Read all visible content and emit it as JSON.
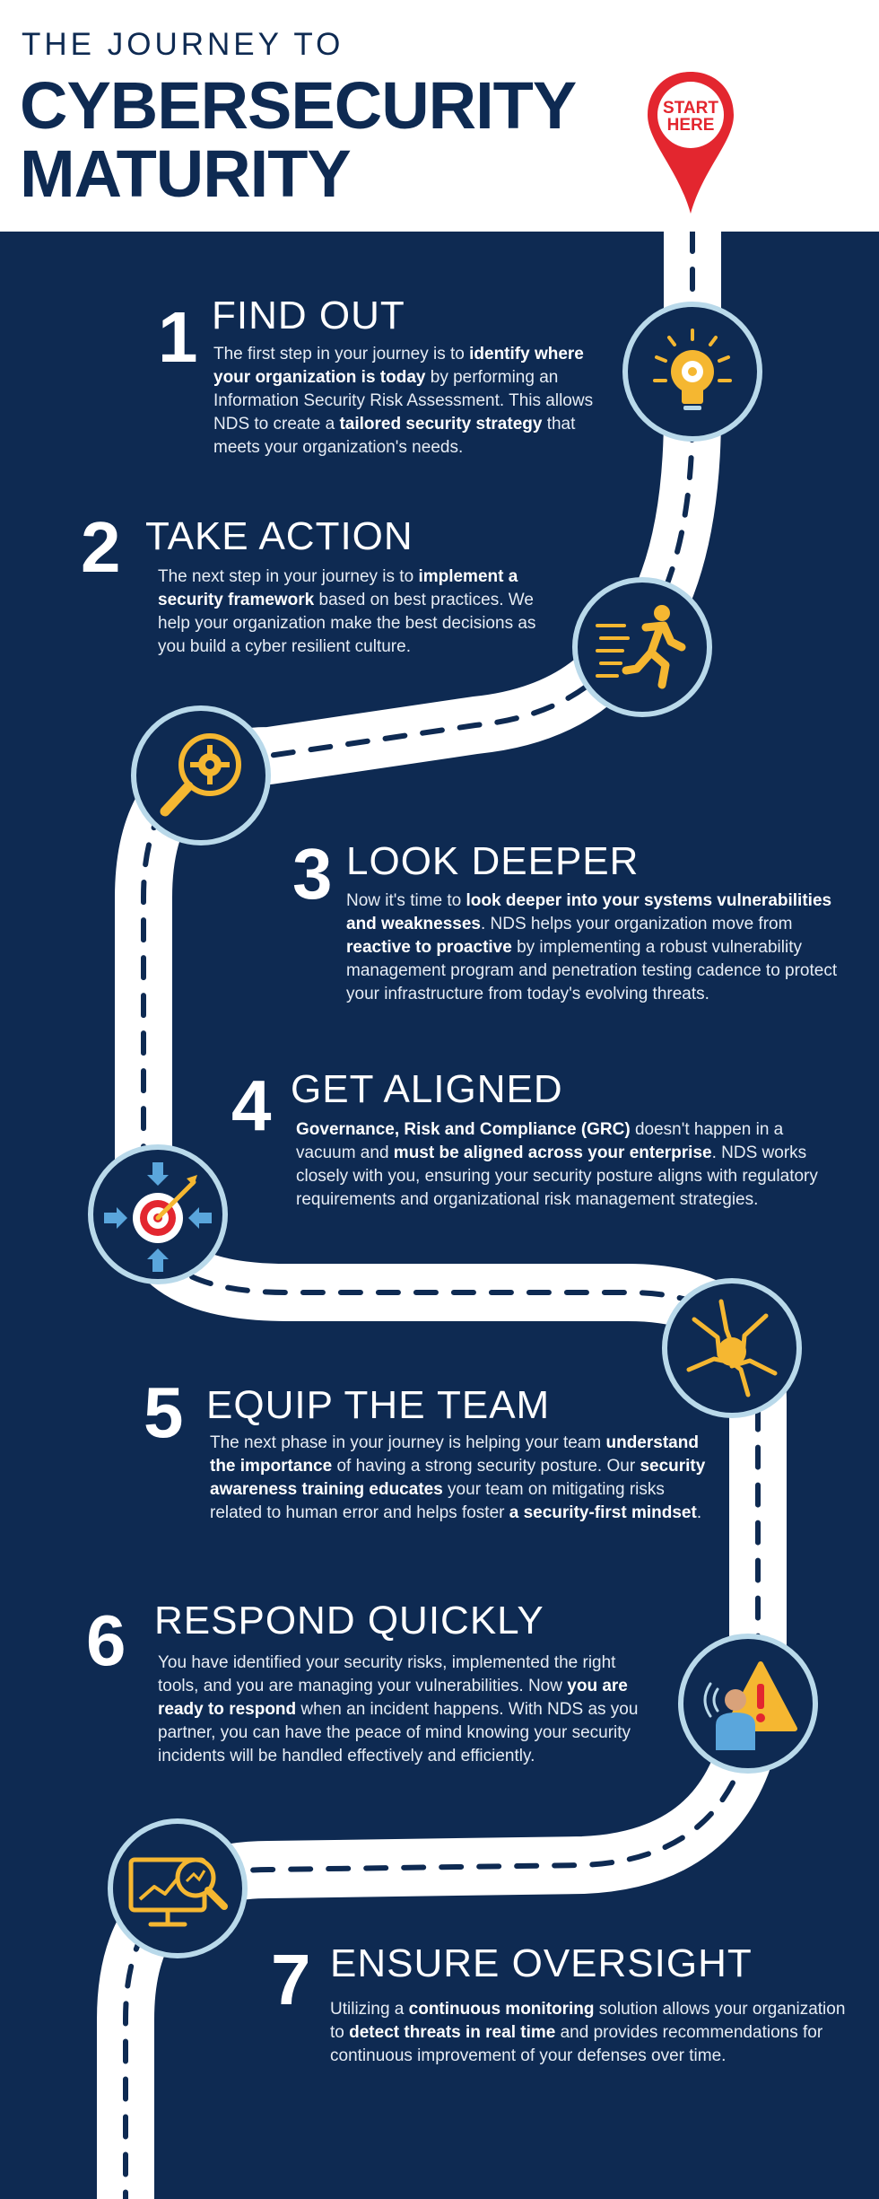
{
  "header": {
    "kicker": "THE JOURNEY TO",
    "title_line1": "CYBERSECURITY",
    "title_line2": "MATURITY",
    "pin_line1": "START",
    "pin_line2": "HERE"
  },
  "colors": {
    "background": "#0e2a52",
    "road": "#ffffff",
    "road_dash": "#0e2a52",
    "icon_ring": "#b9d9ea",
    "icon_accent": "#f5b731",
    "pin_red": "#e3262f"
  },
  "steps": [
    {
      "number": "1",
      "heading": "FIND OUT",
      "icon": "lightbulb-gear-icon",
      "body": [
        {
          "t": "The first step in your journey is to "
        },
        {
          "t": "identify where your organization is today",
          "b": true
        },
        {
          "t": " by performing an Information Security Risk Assessment.  This allows NDS to create a "
        },
        {
          "t": "tailored security strategy",
          "b": true
        },
        {
          "t": " that meets your organization's needs."
        }
      ]
    },
    {
      "number": "2",
      "heading": "TAKE ACTION",
      "icon": "running-person-icon",
      "body": [
        {
          "t": "The next step in your journey is to "
        },
        {
          "t": "implement a security framework",
          "b": true
        },
        {
          "t": " based on best practices.  We help your organization  make the best decisions as you build a cyber resilient culture."
        }
      ]
    },
    {
      "number": "3",
      "heading": "LOOK DEEPER",
      "icon": "magnifier-gear-icon",
      "body": [
        {
          "t": "Now it's time to "
        },
        {
          "t": "look deeper into your systems vulnerabilities and weaknesses",
          "b": true
        },
        {
          "t": ". NDS helps your organization move from "
        },
        {
          "t": "reactive to proactive",
          "b": true
        },
        {
          "t": " by implementing a robust vulnerability management program and penetration testing cadence to protect your infrastructure from today's evolving threats."
        }
      ]
    },
    {
      "number": "4",
      "heading": "GET ALIGNED",
      "icon": "target-arrows-icon",
      "body": [
        {
          "t": "Governance, Risk and Compliance (GRC)",
          "b": true
        },
        {
          "t": " doesn't happen in a vacuum and "
        },
        {
          "t": "must be aligned across your enterprise",
          "b": true
        },
        {
          "t": ".  NDS works closely with you, ensuring your security posture aligns with regulatory requirements and organizational risk management strategies."
        }
      ]
    },
    {
      "number": "5",
      "heading": "EQUIP THE TEAM",
      "icon": "team-hands-icon",
      "body": [
        {
          "t": "The next phase in your journey is helping your team "
        },
        {
          "t": "understand the importance",
          "b": true
        },
        {
          "t": " of having a strong security posture.  Our "
        },
        {
          "t": "security awareness training educates",
          "b": true
        },
        {
          "t": " your team on mitigating risks related to human error and helps foster "
        },
        {
          "t": "a security-first mindset",
          "b": true
        },
        {
          "t": "."
        }
      ]
    },
    {
      "number": "6",
      "heading": "RESPOND QUICKLY",
      "icon": "alert-person-icon",
      "body": [
        {
          "t": "You have identified your security risks, implemented the right tools, and you are managing your vulnerabilities.  Now "
        },
        {
          "t": "you are ready to respond",
          "b": true
        },
        {
          "t": " when an incident happens.  With NDS as you partner, you can have the peace of mind knowing your security incidents will be handled effectively and efficiently."
        }
      ]
    },
    {
      "number": "7",
      "heading": "ENSURE OVERSIGHT",
      "icon": "monitor-analytics-icon",
      "body": [
        {
          "t": "Utilizing a "
        },
        {
          "t": "continuous monitoring",
          "b": true
        },
        {
          "t": " solution allows your organization to "
        },
        {
          "t": "detect threats in real time",
          "b": true
        },
        {
          "t": " and provides recommendations for continuous improvement of your defenses over time."
        }
      ]
    }
  ]
}
